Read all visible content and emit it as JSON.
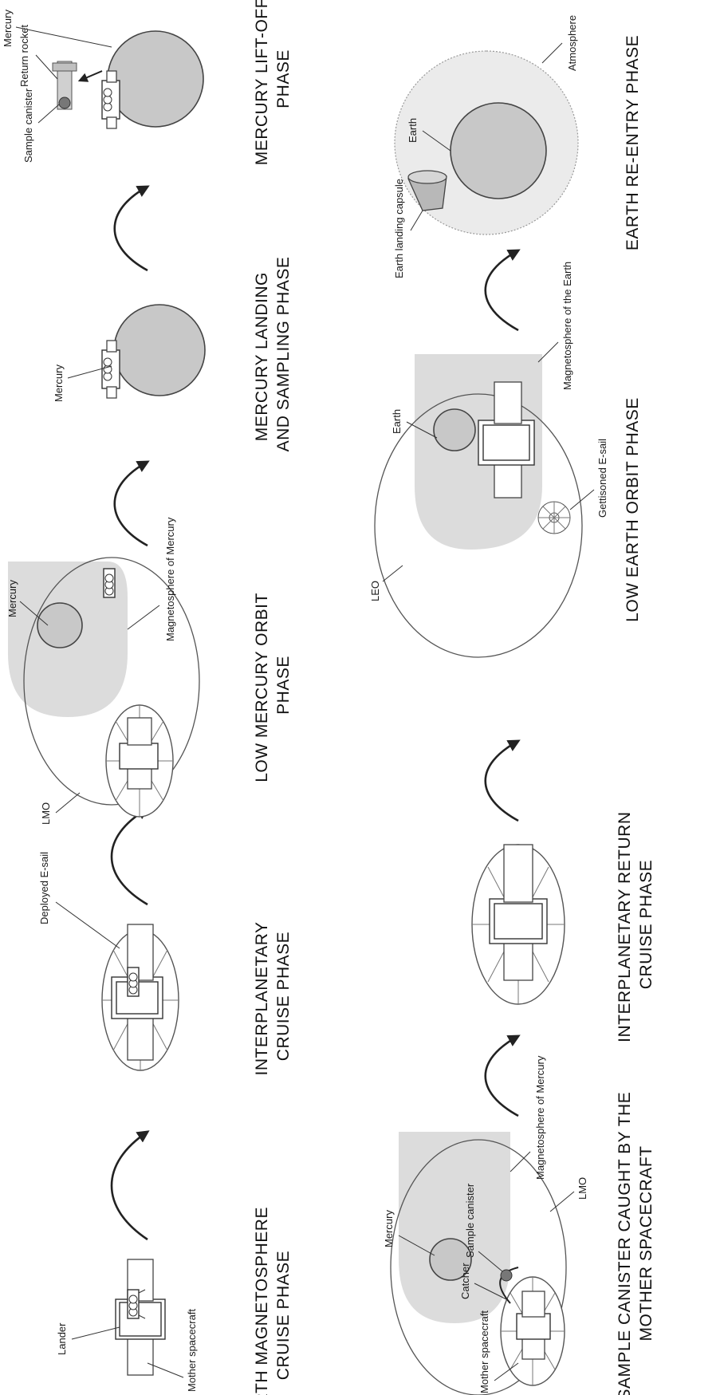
{
  "labels": {
    "lander": "Lander",
    "mother_spacecraft": "Mother spacecraft",
    "deployed_esail": "Deployed E-sail",
    "lmo": "LMO",
    "mercury": "Mercury",
    "magnetosphere_mercury": "Magnetosphere of Mercury",
    "return_rocket": "Return rocket",
    "sample_canister": "Sample canister",
    "catcher": "Catcher",
    "leo": "LEO",
    "earth": "Earth",
    "magnetosphere_earth": "Magnetosphere of the Earth",
    "gettisoned_esail": "Gettisoned E-sail",
    "earth_landing_capsule": "Earth landing capsule",
    "atmosphere": "Atmosphere"
  },
  "phases": {
    "p1": [
      "EARTH MAGNETOSPHERE",
      "CRUISE PHASE"
    ],
    "p2": [
      "INTERPLANETARY",
      "CRUISE PHASE"
    ],
    "p3": [
      "LOW MERCURY ORBIT",
      "PHASE"
    ],
    "p4": [
      "MERCURY LANDING",
      "AND SAMPLING PHASE"
    ],
    "p5": [
      "MERCURY LIFT-OFF",
      "PHASE"
    ],
    "p6": [
      "SAMPLE CANISTER CAUGHT BY THE",
      "MOTHER SPACECRAFT"
    ],
    "p7": [
      "INTERPLANETARY RETURN",
      "CRUISE PHASE"
    ],
    "p8": [
      "LOW EARTH ORBIT PHASE"
    ],
    "p9": [
      "EARTH RE-ENTRY PHASE"
    ]
  }
}
